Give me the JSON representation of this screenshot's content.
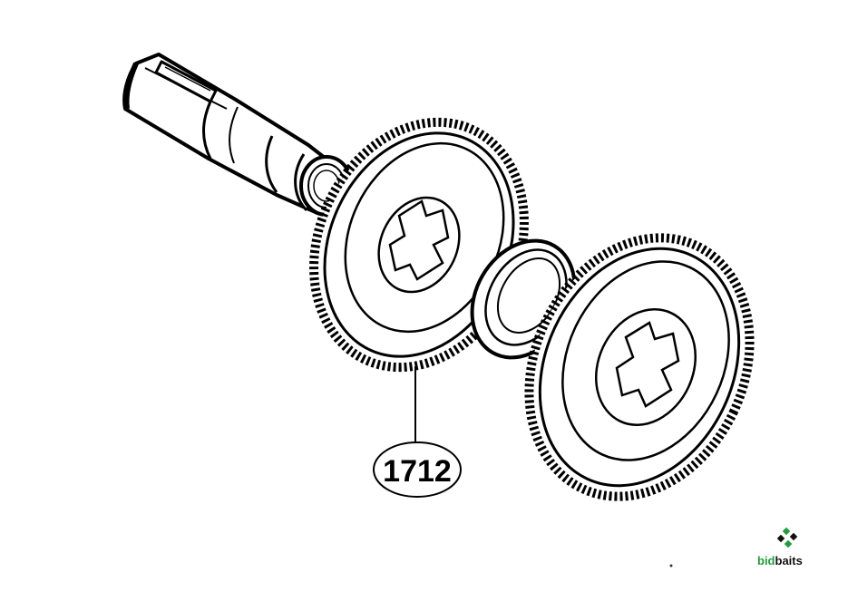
{
  "callout": {
    "part_number": "1712"
  },
  "logo": {
    "text_bid": "bid",
    "text_baits": "baits",
    "color_green": "#1e9e3a",
    "color_dark": "#111111"
  },
  "parts": [
    {
      "icon": "drive-shaft-icon"
    },
    {
      "icon": "gear-icon"
    },
    {
      "icon": "washer-icon"
    },
    {
      "icon": "gear-icon"
    }
  ]
}
